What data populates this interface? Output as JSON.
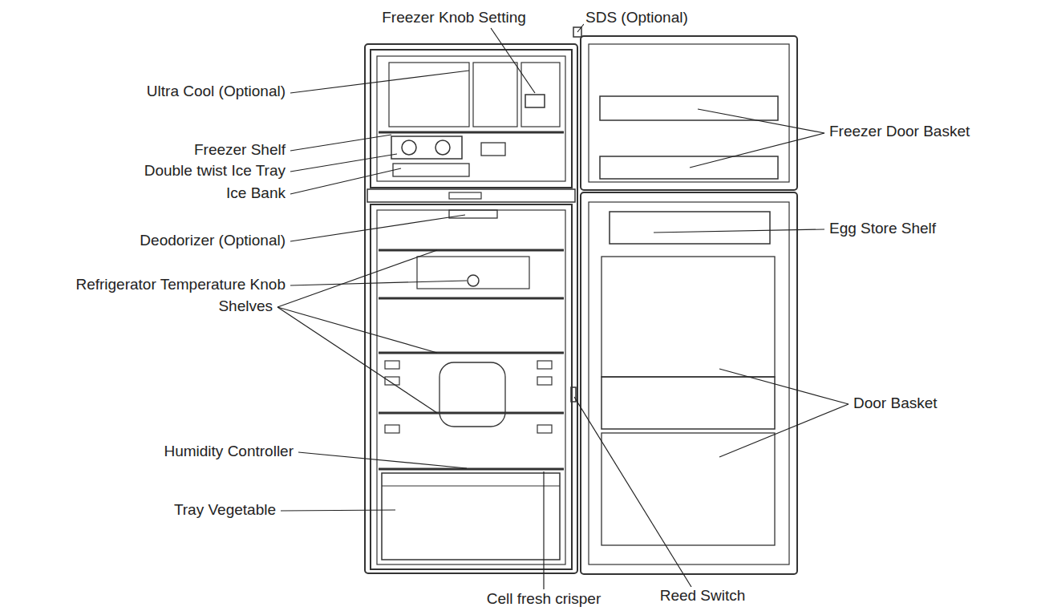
{
  "diagram": {
    "labels": [
      "Freezer Knob Setting",
      "SDS (Optional)",
      "Ultra Cool (Optional)",
      "Freezer Door Basket",
      "Freezer Shelf",
      "Double twist Ice Tray",
      "Ice Bank",
      "Deodorizer (Optional)",
      "Egg Store Shelf",
      "Refrigerator Temperature Knob",
      "Shelves",
      "Door Basket",
      "Humidity Controller",
      "Tray Vegetable",
      "Cell fresh crisper",
      "Reed Switch"
    ]
  }
}
